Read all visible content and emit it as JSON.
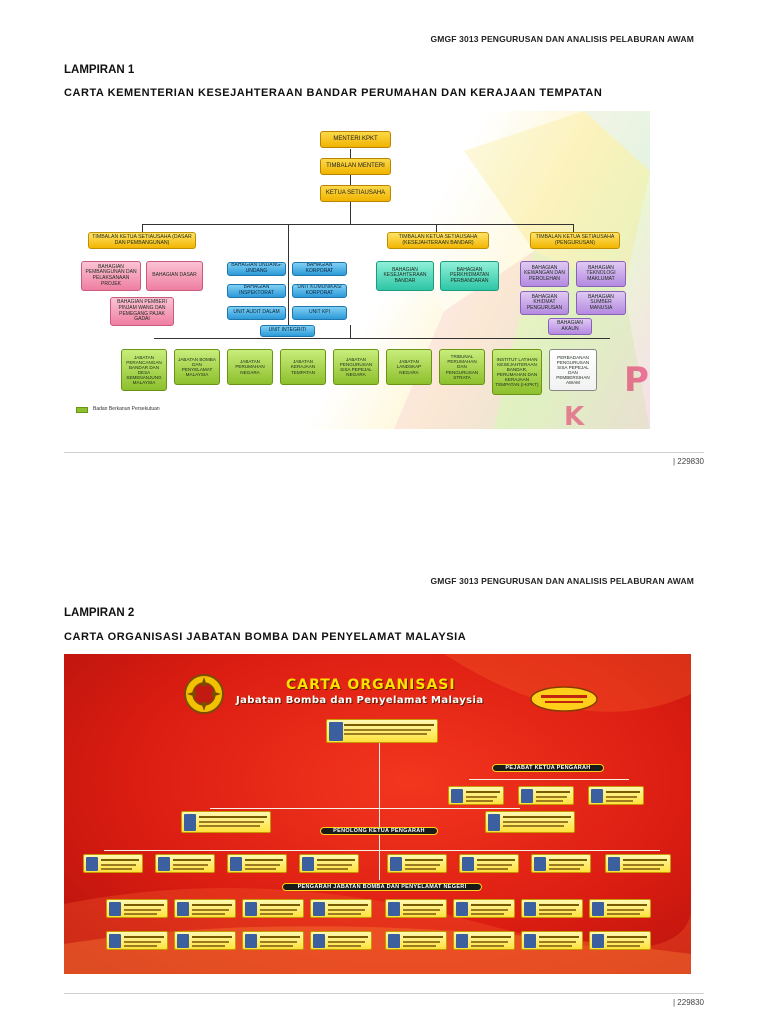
{
  "header_text": "GMGF 3013 PENGURUSAN DAN ANALISIS PELABURAN AWAM",
  "page_number": "| 229830",
  "lampiran1": {
    "label": "LAMPIRAN 1",
    "title": "CARTA KEMENTERIAN KESEJAHTERAAN BANDAR PERUMAHAN DAN KERAJAAN TEMPATAN",
    "chart": {
      "menteri": "MENTERI KPKT",
      "timbalan_menteri": "TIMBALAN MENTERI",
      "ketua_setiausaha": "KETUA SETIAUSAHA",
      "tks1": "TIMBALAN KETUA SETIAUSAHA (DASAR DAN PEMBANGUNAN)",
      "tks2": "TIMBALAN KETUA SETIAUSAHA (KESEJAHTERAAN BANDAR)",
      "tks3": "TIMBALAN KETUA SETIAUSAHA (PENGURUSAN)",
      "b_pembangunan": "BAHAGIAN PEMBANGUNAN DAN PELAKSANAAN PROJEK",
      "b_dasar": "BAHAGIAN DASAR",
      "b_pemberi": "BAHAGIAN PEMBERI PINJAM WANG DAN PEMEGANG PAJAK GADAI",
      "b_undang": "BAHAGIAN UNDANG-UNDANG",
      "b_korporat": "BAHAGIAN KORPORAT",
      "b_inspektorat": "BAHAGIAN INSPEKTORAT",
      "u_komunikasi": "UNIT KOMUNIKASI KORPORAT",
      "u_audit": "UNIT AUDIT DALAM",
      "u_kpi": "UNIT KPI",
      "u_integriti": "UNIT INTEGRITI",
      "b_kesejahteraan": "BAHAGIAN KESEJAHTERAAN BANDAR",
      "b_perkhidmatan": "BAHAGIAN PERKHIDMATAN PERBANDARAN",
      "b_kewangan": "BAHAGIAN KEWANGAN DAN PEROLEHAN",
      "b_teknologi": "BAHAGIAN TEKNOLOGI MAKLUMAT",
      "b_khidmat": "BAHAGIAN KHIDMAT PENGURUSAN",
      "b_sumber": "BAHAGIAN SUMBER MANUSIA",
      "b_akaun": "BAHAGIAN AKAUN",
      "j1": "JABATAN PERANCANGAN BANDAR DAN DESA SEMENANJUNG MALAYSIA",
      "j2": "JABATAN BOMBA DAN PENYELAMAT MALAYSIA",
      "j3": "JABATAN PERUMAHAN NEGARA",
      "j4": "JABATAN KERAJAAN TEMPATAN",
      "j5": "JABATAN PENGURUSAN SISA PEPEJAL NEGARA",
      "j6": "JABATAN LANDSKAP NEGARA",
      "j7": "TRIBUNAL PERUMAHAN DAN PENGURUSAN STRATA",
      "j8": "INSTITUT LATIHAN KESEJAHTERAAN BANDAR, PERUMAHAN DAN KERAJAAN TEMPATAN (I-KPKT)",
      "j9": "PERBADANAN PENGURUSAN SISA PEPEJAL DAN PEMBERSIHAN AWAM",
      "legend": "Badan Berkanun Persekutuan"
    },
    "colors": {
      "yellow": "#f2b500",
      "pink": "#ef7ea2",
      "blue": "#2b9ad8",
      "teal": "#2ec6a6",
      "purple": "#b48ae0",
      "green": "#8dc02d"
    }
  },
  "lampiran2": {
    "label": "LAMPIRAN 2",
    "title": "CARTA ORGANISASI JABATAN BOMBA DAN PENYELAMAT MALAYSIA",
    "chart": {
      "title": "CARTA ORGANISASI",
      "subtitle": "Jabatan Bomba dan Penyelamat Malaysia",
      "band1": "PEJABAT KETUA PENGARAH",
      "band2": "PENOLONG KETUA PENGARAH",
      "band3": "PENGARAH JABATAN BOMBA DAN PENYELAMAT NEGERI"
    },
    "colors": {
      "background": "#dc1d12",
      "title": "#ffe100",
      "card": "#ffe23c"
    }
  }
}
